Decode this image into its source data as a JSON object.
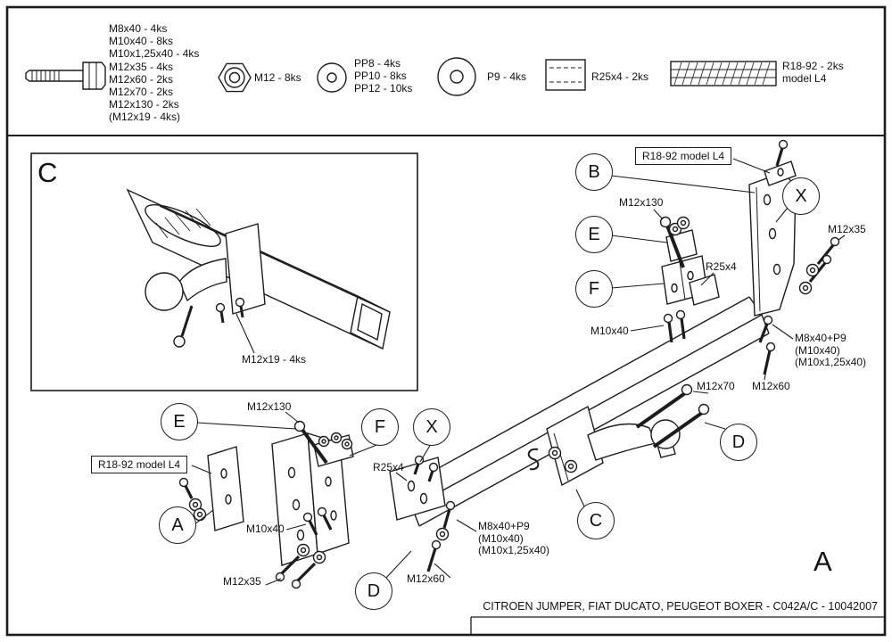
{
  "legend": {
    "bolt_sizes": [
      "M8x40 - 4ks",
      "M10x40 - 8ks",
      "M10x1,25x40 - 4ks",
      "M12x35 - 4ks",
      "M12x60 - 2ks",
      "M12x70 - 2ks",
      "M12x130 - 2ks",
      "(M12x19 - 4ks)"
    ],
    "nut": "M12 - 8ks",
    "washers": [
      "PP8 - 4ks",
      "PP10 - 8ks",
      "PP12 - 10ks"
    ],
    "big_washer": "P9 - 4ks",
    "plate": "R25x4 - 2ks",
    "strip": "R18-92 - 2ks",
    "strip_model": "model L4"
  },
  "view_letters": {
    "inset": "C",
    "main": "A"
  },
  "callouts": {
    "a": "A",
    "b": "B",
    "c": "C",
    "d": "D",
    "e": "E",
    "f": "F",
    "x": "X"
  },
  "part_labels": {
    "m12x130": "M12x130",
    "m12x35": "M12x35",
    "m12x60": "M12x60",
    "m12x70": "M12x70",
    "m10x40": "M10x40",
    "r25x4": "R25x4",
    "m8x40_p9": "M8x40+P9",
    "m10x40_alt": "(M10x40)",
    "m10x125_alt": "(M10x1,25x40)",
    "r18_92_model": "R18-92 model L4",
    "m12x19": "M12x19 - 4ks"
  },
  "footer": {
    "caption": "CITROEN JUMPER, FIAT DUCATO, PEUGEOT BOXER - C042A/C - 10042007"
  }
}
